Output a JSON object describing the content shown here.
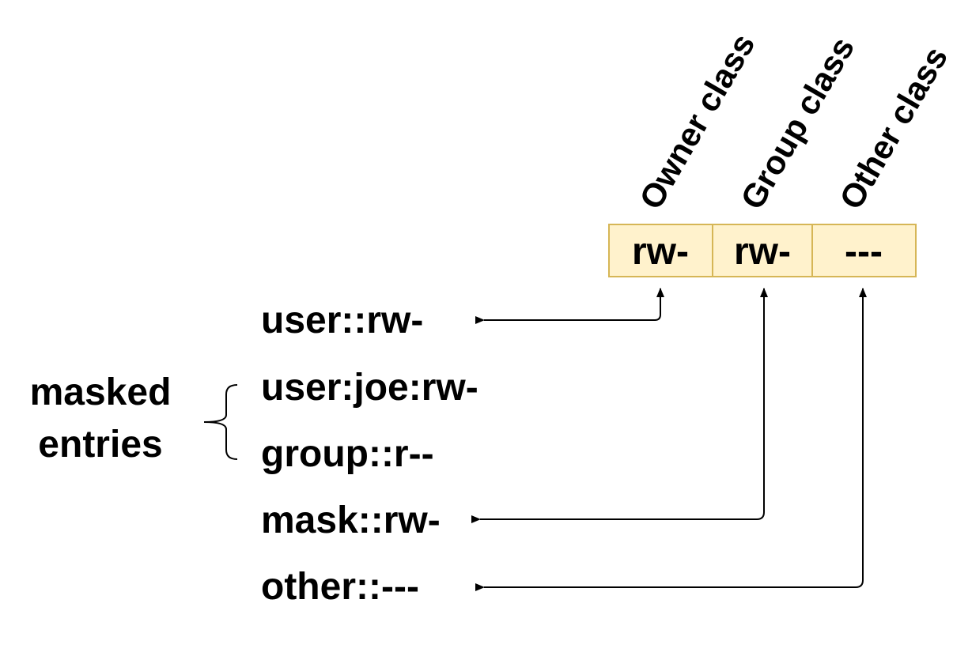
{
  "classes": [
    {
      "label": "Owner class",
      "value": "rw-"
    },
    {
      "label": "Group class",
      "value": "rw-"
    },
    {
      "label": "Other class",
      "value": "---"
    }
  ],
  "entries": [
    "user::rw-",
    "user:joe:rw-",
    "group::r--",
    "mask::rw-",
    "other::---"
  ],
  "masked": {
    "line1": "masked",
    "line2": "entries"
  },
  "links": [
    {
      "from_entry": 0,
      "to_class": 0
    },
    {
      "from_entry": 3,
      "to_class": 1
    },
    {
      "from_entry": 4,
      "to_class": 2
    }
  ],
  "colors": {
    "cell_fill": "#fff2cc",
    "cell_border": "#d6b656",
    "text": "#000000",
    "line": "#000000"
  }
}
